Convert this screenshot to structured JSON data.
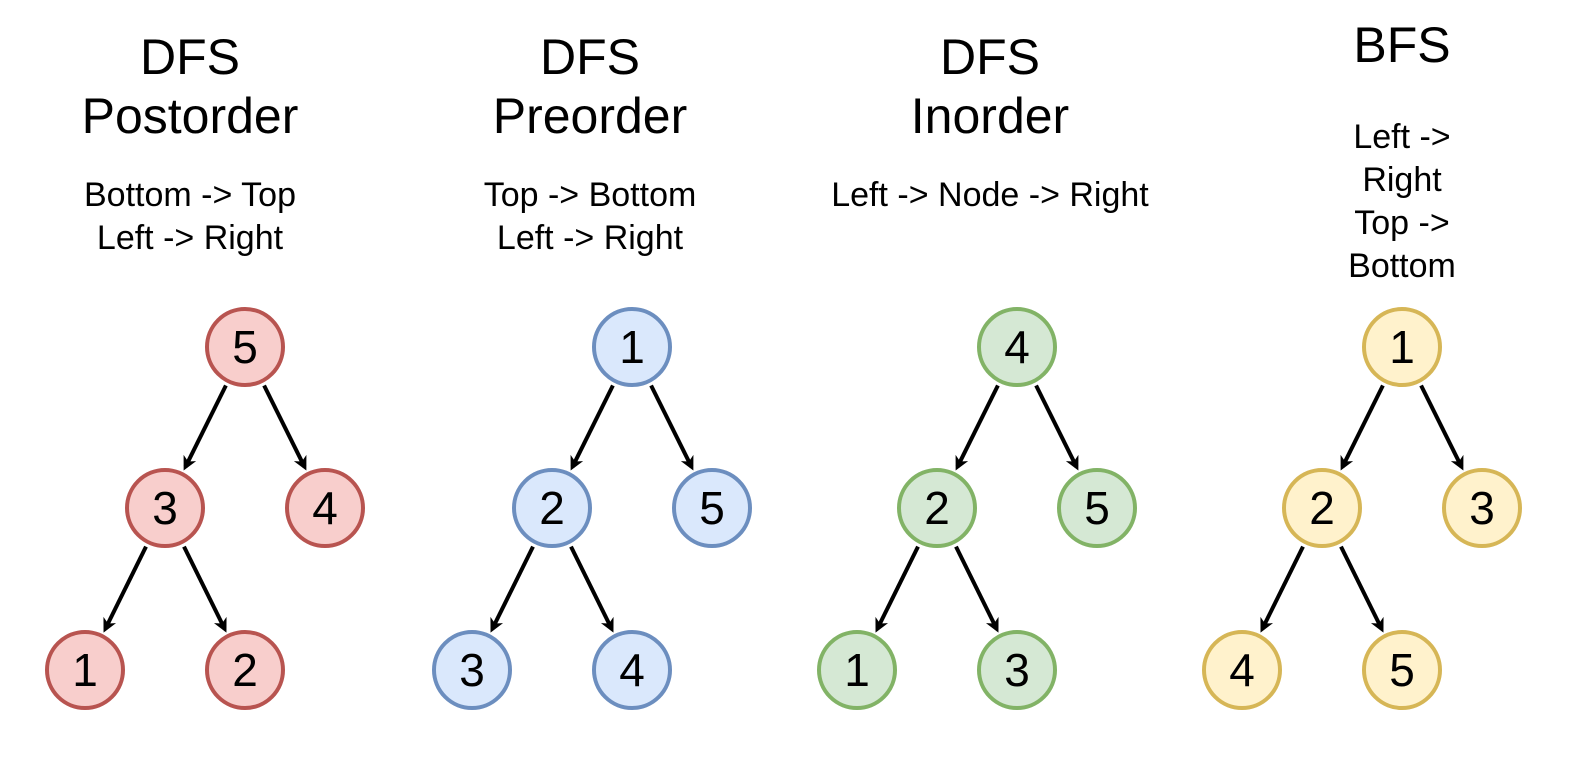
{
  "diagram": {
    "background": "#ffffff",
    "text_color": "#000000",
    "edge_color": "#000000",
    "columns": [
      {
        "key": "dfs-postorder",
        "title_lines": [
          "DFS",
          "Postorder"
        ],
        "subtitle_lines": [
          "Bottom -> Top",
          "Left -> Right"
        ],
        "node_fill": "#f8cecc",
        "node_stroke": "#b85450",
        "nodes": [
          {
            "slot": "root",
            "value": "5"
          },
          {
            "slot": "left",
            "value": "3"
          },
          {
            "slot": "right",
            "value": "4"
          },
          {
            "slot": "left_left",
            "value": "1"
          },
          {
            "slot": "left_right",
            "value": "2"
          }
        ]
      },
      {
        "key": "dfs-preorder",
        "title_lines": [
          "DFS",
          "Preorder"
        ],
        "subtitle_lines": [
          "Top -> Bottom",
          "Left -> Right"
        ],
        "node_fill": "#dae8fc",
        "node_stroke": "#6c8ebf",
        "nodes": [
          {
            "slot": "root",
            "value": "1"
          },
          {
            "slot": "left",
            "value": "2"
          },
          {
            "slot": "right",
            "value": "5"
          },
          {
            "slot": "left_left",
            "value": "3"
          },
          {
            "slot": "left_right",
            "value": "4"
          }
        ]
      },
      {
        "key": "dfs-inorder",
        "title_lines": [
          "DFS",
          "Inorder"
        ],
        "subtitle_lines": [
          "Left -> Node -> Right"
        ],
        "node_fill": "#d5e8d4",
        "node_stroke": "#82b366",
        "nodes": [
          {
            "slot": "root",
            "value": "4"
          },
          {
            "slot": "left",
            "value": "2"
          },
          {
            "slot": "right",
            "value": "5"
          },
          {
            "slot": "left_left",
            "value": "1"
          },
          {
            "slot": "left_right",
            "value": "3"
          }
        ]
      },
      {
        "key": "bfs",
        "title_lines": [
          "BFS"
        ],
        "subtitle_lines": [
          "Left -> Right",
          "Top -> Bottom"
        ],
        "node_fill": "#fff2cc",
        "node_stroke": "#d6b656",
        "nodes": [
          {
            "slot": "root",
            "value": "1"
          },
          {
            "slot": "left",
            "value": "2"
          },
          {
            "slot": "right",
            "value": "3"
          },
          {
            "slot": "left_left",
            "value": "4"
          },
          {
            "slot": "left_right",
            "value": "5"
          }
        ]
      }
    ],
    "edges": [
      [
        "root",
        "left"
      ],
      [
        "root",
        "right"
      ],
      [
        "left",
        "left_left"
      ],
      [
        "left",
        "left_right"
      ]
    ]
  }
}
